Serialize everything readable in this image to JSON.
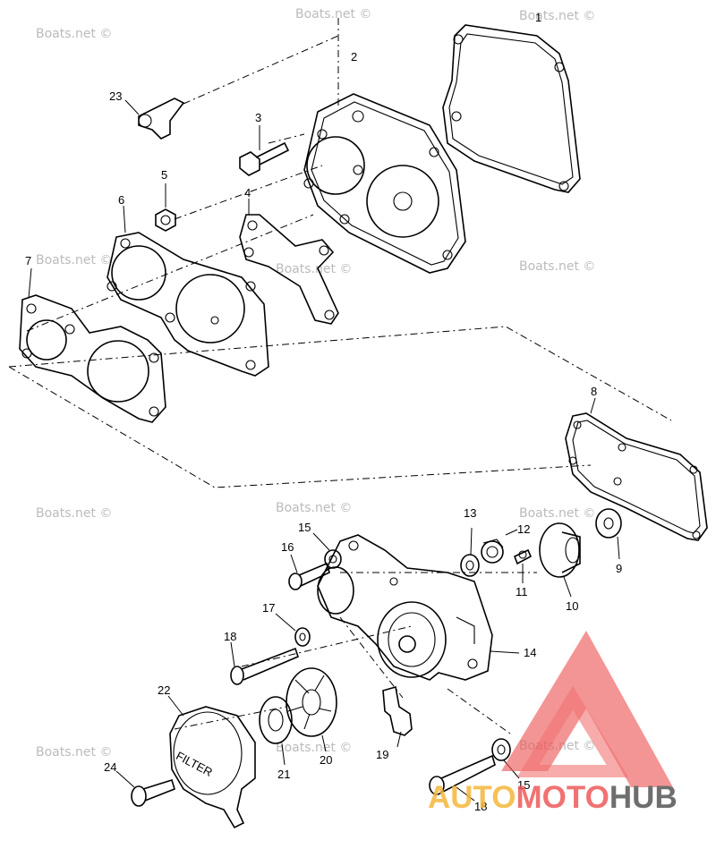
{
  "callouts": [
    "1",
    "2",
    "3",
    "4",
    "5",
    "6",
    "7",
    "8",
    "9",
    "10",
    "11",
    "12",
    "13",
    "14",
    "15",
    "16",
    "17",
    "18",
    "19",
    "20",
    "21",
    "22",
    "23",
    "24",
    "15",
    "18"
  ],
  "watermark": "Boats.net ©",
  "filter_label": "FILTER",
  "brand": {
    "part1": "AUTO",
    "part2": "MOTO",
    "part3": "HUB",
    "color1": "#f5b73b",
    "color2": "#ee5a5a",
    "color3": "#555555"
  }
}
